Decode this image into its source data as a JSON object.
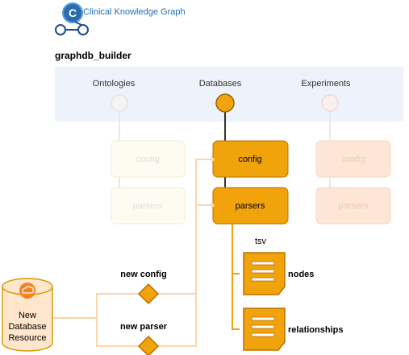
{
  "logo": {
    "brand_text": "Clinical Knowledge Graph",
    "initial": "C"
  },
  "colors": {
    "accent": "#f0a30a",
    "accent_stroke": "#bd7000",
    "light_orange_fill": "#ffe6cc",
    "light_orange_stroke": "#f5caa6",
    "faded_yellow_fill": "#fefcf1",
    "faded_yellow_stroke": "#f3ecd2",
    "category_bar": "#eef2fa",
    "brand_blue": "#1f6fb5"
  },
  "diagram": {
    "title": "graphdb_builder",
    "categories": {
      "ontologies": "Ontologies",
      "databases": "Databases",
      "experiments": "Experiments"
    },
    "boxes": {
      "config": "config",
      "parsers": "parsers"
    },
    "output_format": "tsv",
    "outputs": {
      "nodes": "nodes",
      "relationships": "relationships"
    },
    "resource": {
      "line1": "New",
      "line2": "Database",
      "line3": "Resource",
      "icon": "cloud-icon"
    },
    "actions": {
      "new_config": "new config",
      "new_parser": "new parser"
    }
  }
}
